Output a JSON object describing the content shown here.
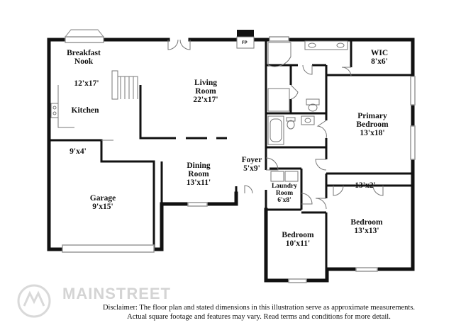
{
  "rooms": {
    "breakfast_nook": {
      "name_line1": "Breakfast",
      "name_line2": "Nook",
      "dim": "12'x17'"
    },
    "kitchen": {
      "name": "Kitchen"
    },
    "living_room": {
      "name_line1": "Living",
      "name_line2": "Room",
      "dim": "22'x17'"
    },
    "wic": {
      "name": "WIC",
      "dim": "8'x6'"
    },
    "primary_bedroom": {
      "name_line1": "Primary",
      "name_line2": "Bedroom",
      "dim": "13'x18'"
    },
    "garage_entry": {
      "dim": "9'x4'"
    },
    "garage": {
      "name": "Garage",
      "dim": "9'x15'"
    },
    "dining_room": {
      "name_line1": "Dining",
      "name_line2": "Room",
      "dim": "13'x11'"
    },
    "foyer": {
      "name": "Foyer",
      "dim": "5'x9'"
    },
    "laundry_room": {
      "name_line1": "Laundry",
      "name_line2": "Room",
      "dim": "6'x8'"
    },
    "hall_closet": {
      "dim": "13'x2'"
    },
    "bedroom_right": {
      "name": "Bedroom",
      "dim": "13'x13'"
    },
    "bedroom_middle": {
      "name": "Bedroom",
      "dim": "10'x11'"
    }
  },
  "fireplace_label": "FP",
  "disclaimer": {
    "line1": "Disclaimer: The floor plan and stated dimensions in this illustration serve as approximate measurements.",
    "line2": "Actual square footage and features may vary. Read terms and conditions for more detail."
  },
  "watermark": "MAINSTREET",
  "colors": {
    "wall": "#111111",
    "fixture": "#777777",
    "window": "#999999"
  }
}
